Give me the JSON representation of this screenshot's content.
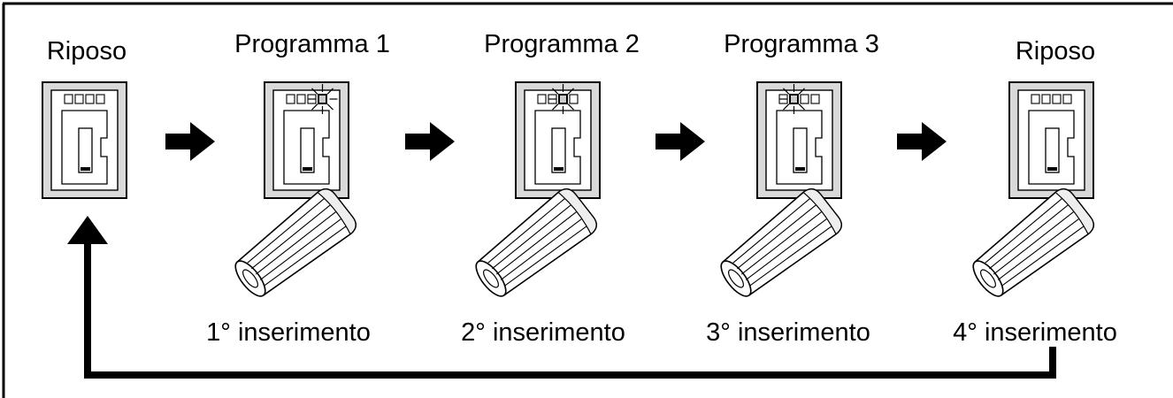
{
  "stages": [
    {
      "title": "Riposo",
      "led_active": 0,
      "has_key": false,
      "insertion": ""
    },
    {
      "title": "Programma 1",
      "led_active": 4,
      "has_key": true,
      "insertion": "1° inserimento"
    },
    {
      "title": "Programma 2",
      "led_active": 3,
      "has_key": true,
      "insertion": "2° inserimento"
    },
    {
      "title": "Programma 3",
      "led_active": 2,
      "has_key": true,
      "insertion": "3° inserimento"
    },
    {
      "title": "Riposo",
      "led_active": 0,
      "has_key": true,
      "insertion": "4° inserimento"
    }
  ],
  "colors": {
    "line": "#000000",
    "reader_outer": "#d9d9d9",
    "reader_inner": "#ffffff",
    "key_body": "#ffffff"
  },
  "icons": {
    "step_arrow": "right-arrow-icon",
    "return_arrow": "up-arrow-icon",
    "key": "transponder-key-icon",
    "led_blink": "led-blink-icon"
  }
}
